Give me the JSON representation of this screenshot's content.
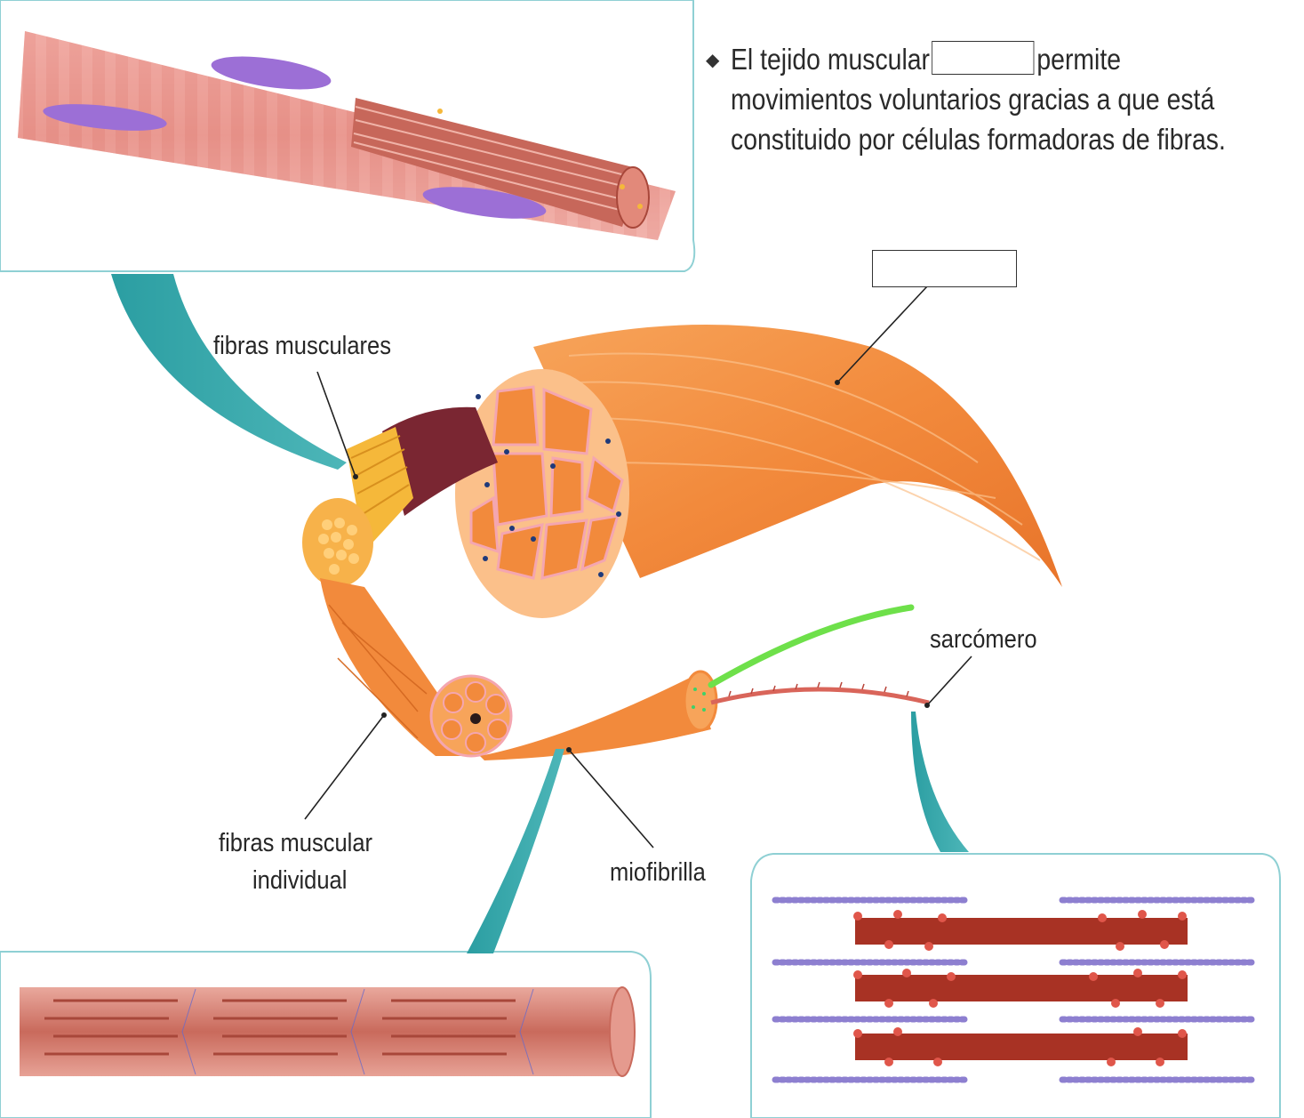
{
  "statement": {
    "part1": "El tejido muscular",
    "part2": "permite",
    "line2": "movimientos voluntarios gracias a que está",
    "line3": "constituido por células formadoras de fibras."
  },
  "labels": {
    "fibras_musculares": "fibras musculares",
    "fibra_individual_line1": "fibras muscular",
    "fibra_individual_line2": "individual",
    "miofibrilla": "miofibrilla",
    "sarcomero": "sarcómero"
  },
  "colors": {
    "muscle_orange": "#f28a3c",
    "fiber_yellow": "#f5b83a",
    "callout_teal": "#3aa5a8",
    "myosin_red": "#a83224",
    "actin_purple": "#8d7fd0",
    "nucleus_purple": "#9c6fd6"
  }
}
